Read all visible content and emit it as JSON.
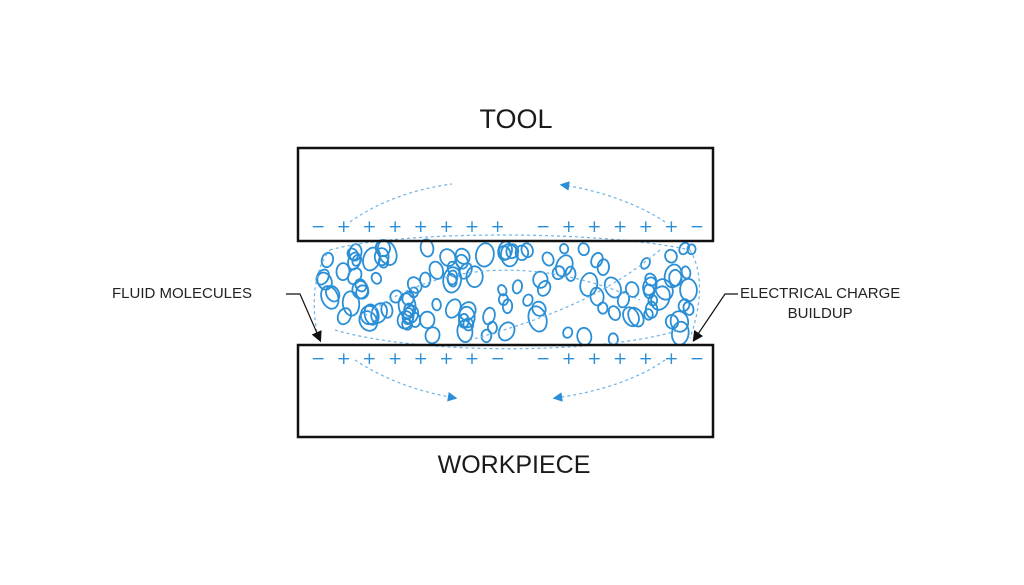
{
  "diagram": {
    "title_top": "TOOL",
    "title_bottom": "WORKPIECE",
    "annotations": {
      "left": "FLUID MOLECULES",
      "right_line1": "ELECTRICAL CHARGE",
      "right_line2": "BUILDUP"
    },
    "tool_charges_left": "− + + + + + + +",
    "tool_charges_right": "− + + + + + −",
    "workpiece_charges_left": "− + + + + + + −",
    "workpiece_charges_right": "− + + + + + −",
    "colors": {
      "outline": "#111111",
      "molecule": "#2a8fd6",
      "flow_arrow": "#6db3e6",
      "text": "#1a1a1a"
    },
    "components": [
      "tool plate",
      "fluid gap with molecules",
      "workpiece plate",
      "circulation flow arrows",
      "leader arrows"
    ]
  }
}
